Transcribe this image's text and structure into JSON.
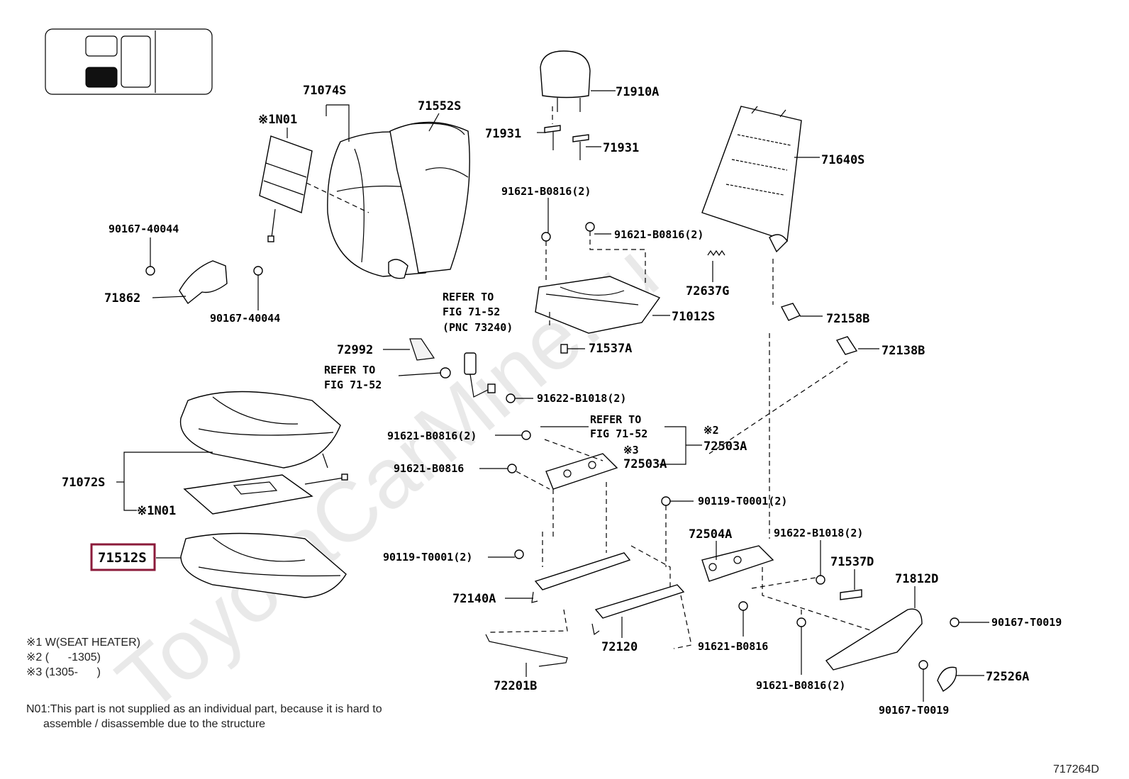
{
  "highlight_color": "#8b1a3a",
  "watermark": "ToyotaCarMine.ru",
  "diagram_id": "717264D",
  "parts": {
    "p71074S": "71074S",
    "p71552S": "71552S",
    "n01_top": "※1N01",
    "p90167_40044_a": "90167-40044",
    "p90167_40044_b": "90167-40044",
    "p71862": "71862",
    "p71910A": "71910A",
    "p71931_a": "71931",
    "p71931_b": "71931",
    "p91621_B0816_2_a": "91621-B0816(2)",
    "p91621_B0816_2_b": "91621-B0816(2)",
    "p71640S": "71640S",
    "p72637G": "72637G",
    "p71012S": "71012S",
    "p72158B": "72158B",
    "p72138B": "72138B",
    "p71537A": "71537A",
    "refer1_l1": "REFER TO",
    "refer1_l2": "FIG 71-52",
    "refer1_l3": "(PNC 73240)",
    "p72992": "72992",
    "refer2_l1": "REFER TO",
    "refer2_l2": "FIG 71-52",
    "p91622_B1018_2_a": "91622-B1018(2)",
    "refer3_l1": "REFER TO",
    "refer3_l2": "FIG 71-52",
    "p91621_B0816_2_c": "91621-B0816(2)",
    "mark2": "※2",
    "p72503A_a": "72503A",
    "mark3": "※3",
    "p72503A_b": "72503A",
    "p91621_B0816_a": "91621-B0816",
    "p71072S": "71072S",
    "n01_bottom": "※1N01",
    "p90119_T0001_2_a": "90119-T0001(2)",
    "p72504A": "72504A",
    "p91622_B1018_2_b": "91622-B1018(2)",
    "p71512S": "71512S",
    "p90119_T0001_2_b": "90119-T0001(2)",
    "p71537D": "71537D",
    "p71812D": "71812D",
    "p72140A": "72140A",
    "p90167_T0019_a": "90167-T0019",
    "p72120": "72120",
    "p91621_B0816_b": "91621-B0816",
    "p72526A": "72526A",
    "p72201B": "72201B",
    "p91621_B0816_2_d": "91621-B0816(2)",
    "p90167_T0019_b": "90167-T0019"
  },
  "legend": {
    "l1": "※1 W(SEAT HEATER)",
    "l2": "※2 (      -1305)",
    "l3": "※3 (1305-      )"
  },
  "footnote": {
    "line1": "N01:This part is not supplied as an individual part, because it is hard to",
    "line2": "assemble / disassemble due to the structure"
  }
}
